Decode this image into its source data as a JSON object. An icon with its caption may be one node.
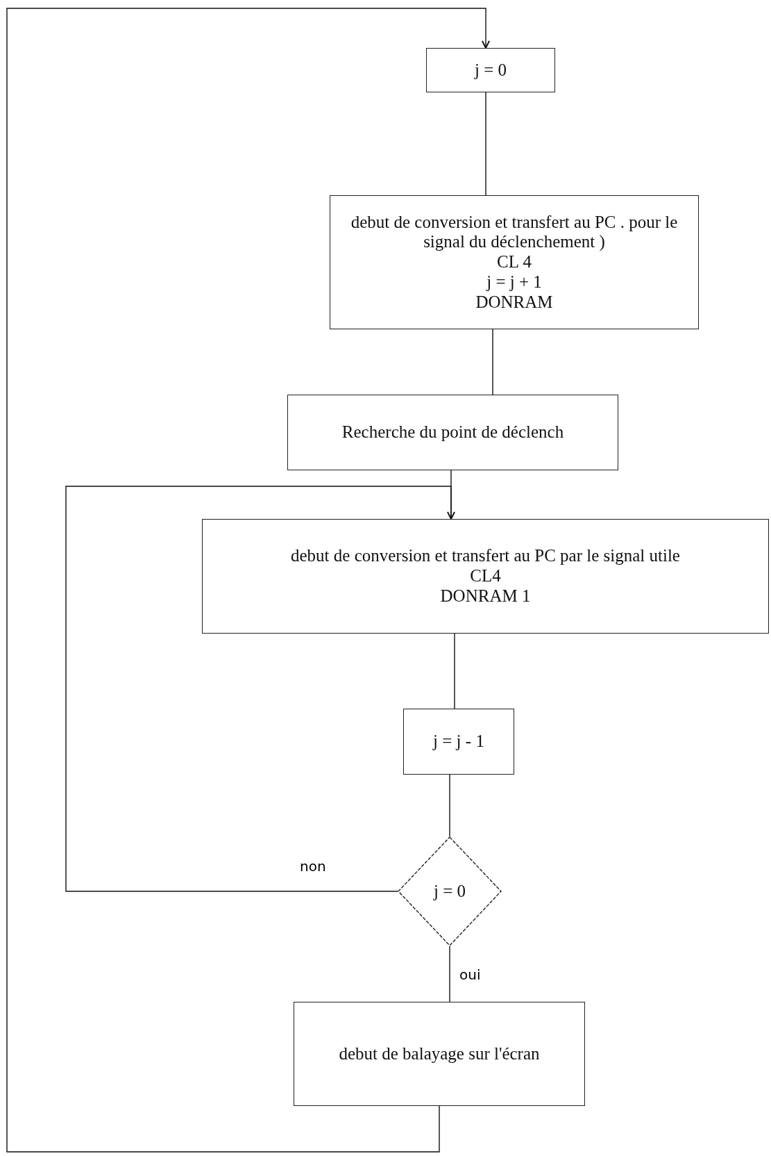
{
  "diagram": {
    "nodes": [
      {
        "text": [
          "j = 0"
        ]
      },
      {
        "text": [
          "debut de conversion et transfert au PC . pour le signal du déclenchement )",
          "CL 4",
          "j = j + 1",
          "DONRAM"
        ]
      },
      {
        "text": [
          "Recherche du point de déclench"
        ]
      },
      {
        "text": [
          "debut de conversion et transfert au PC par le signal utile",
          "CL4",
          "DONRAM 1"
        ]
      },
      {
        "text": [
          "j = j - 1"
        ]
      },
      {
        "text": [
          "j = 0"
        ]
      },
      {
        "text": [
          "debut de balayage sur l'écran"
        ]
      }
    ],
    "edges": [
      {
        "from": 0,
        "to": 1,
        "arrow": "none"
      },
      {
        "from": 1,
        "to": 2,
        "arrow": "none"
      },
      {
        "from": 2,
        "to": 3,
        "arrow": "none"
      },
      {
        "from": 3,
        "to": 4,
        "arrow": "none"
      },
      {
        "from": 4,
        "to": 5,
        "arrow": "none"
      },
      {
        "from": 5,
        "to": 3,
        "arrow": "to",
        "label": "non"
      },
      {
        "from": 5,
        "to": 6,
        "arrow": "none",
        "label": "oui"
      },
      {
        "from": 6,
        "to": 0,
        "arrow": "to"
      }
    ]
  }
}
